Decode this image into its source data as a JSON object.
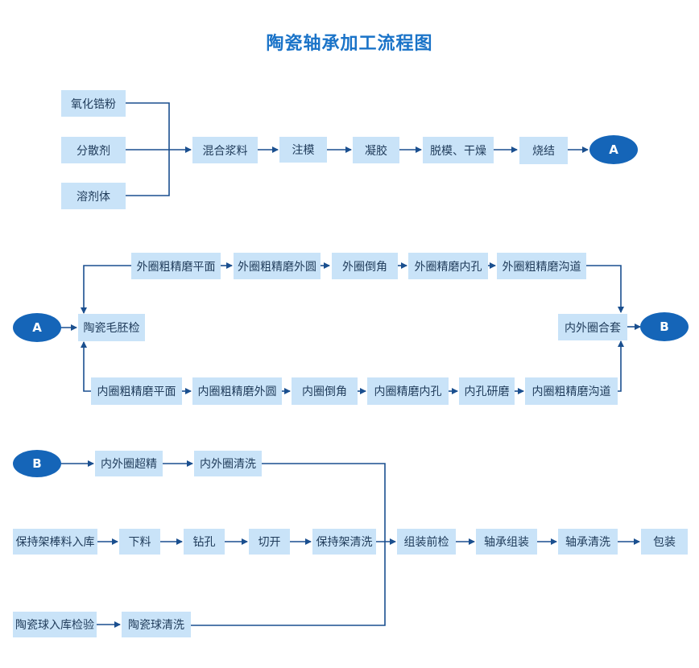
{
  "title": "陶瓷轴承加工流程图",
  "colors": {
    "line": "#1a4f8f",
    "box": "#c9e3f8",
    "oval": "#1565b8",
    "title": "#1a73c8"
  },
  "nodes": {
    "zro2": "氧化锆粉",
    "dispersant": "分散剂",
    "solvent": "溶剂体",
    "mix": "混合浆料",
    "inject": "注模",
    "gel": "凝胶",
    "demold": "脱模、干燥",
    "sinter": "烧结",
    "connector_a": "A",
    "blank_check": "陶瓷毛胚检",
    "outer_flat": "外圈粗精磨平面",
    "outer_od": "外圈粗精磨外圆",
    "outer_chamfer": "外圈倒角",
    "outer_id": "外圈精磨内孔",
    "outer_groove": "外圈粗精磨沟道",
    "inner_flat": "内圈粗精磨平面",
    "inner_od": "内圈粗精磨外圆",
    "inner_chamfer": "内圈倒角",
    "inner_id": "内圈精磨内孔",
    "inner_lap": "内孔研磨",
    "inner_groove": "内圈粗精磨沟道",
    "ring_match": "内外圈合套",
    "connector_b": "B",
    "superfinish": "内外圈超精",
    "ring_clean": "内外圈清洗",
    "cage_stock": "保持架棒料入库",
    "cut_material": "下料",
    "drill": "钻孔",
    "slot": "切开",
    "cage_clean": "保持架清洗",
    "assembly_check": "组装前检",
    "assembly": "轴承组装",
    "bearing_clean": "轴承清洗",
    "package": "包装",
    "ball_stock": "陶瓷球入库检验",
    "ball_clean": "陶瓷球清洗"
  }
}
